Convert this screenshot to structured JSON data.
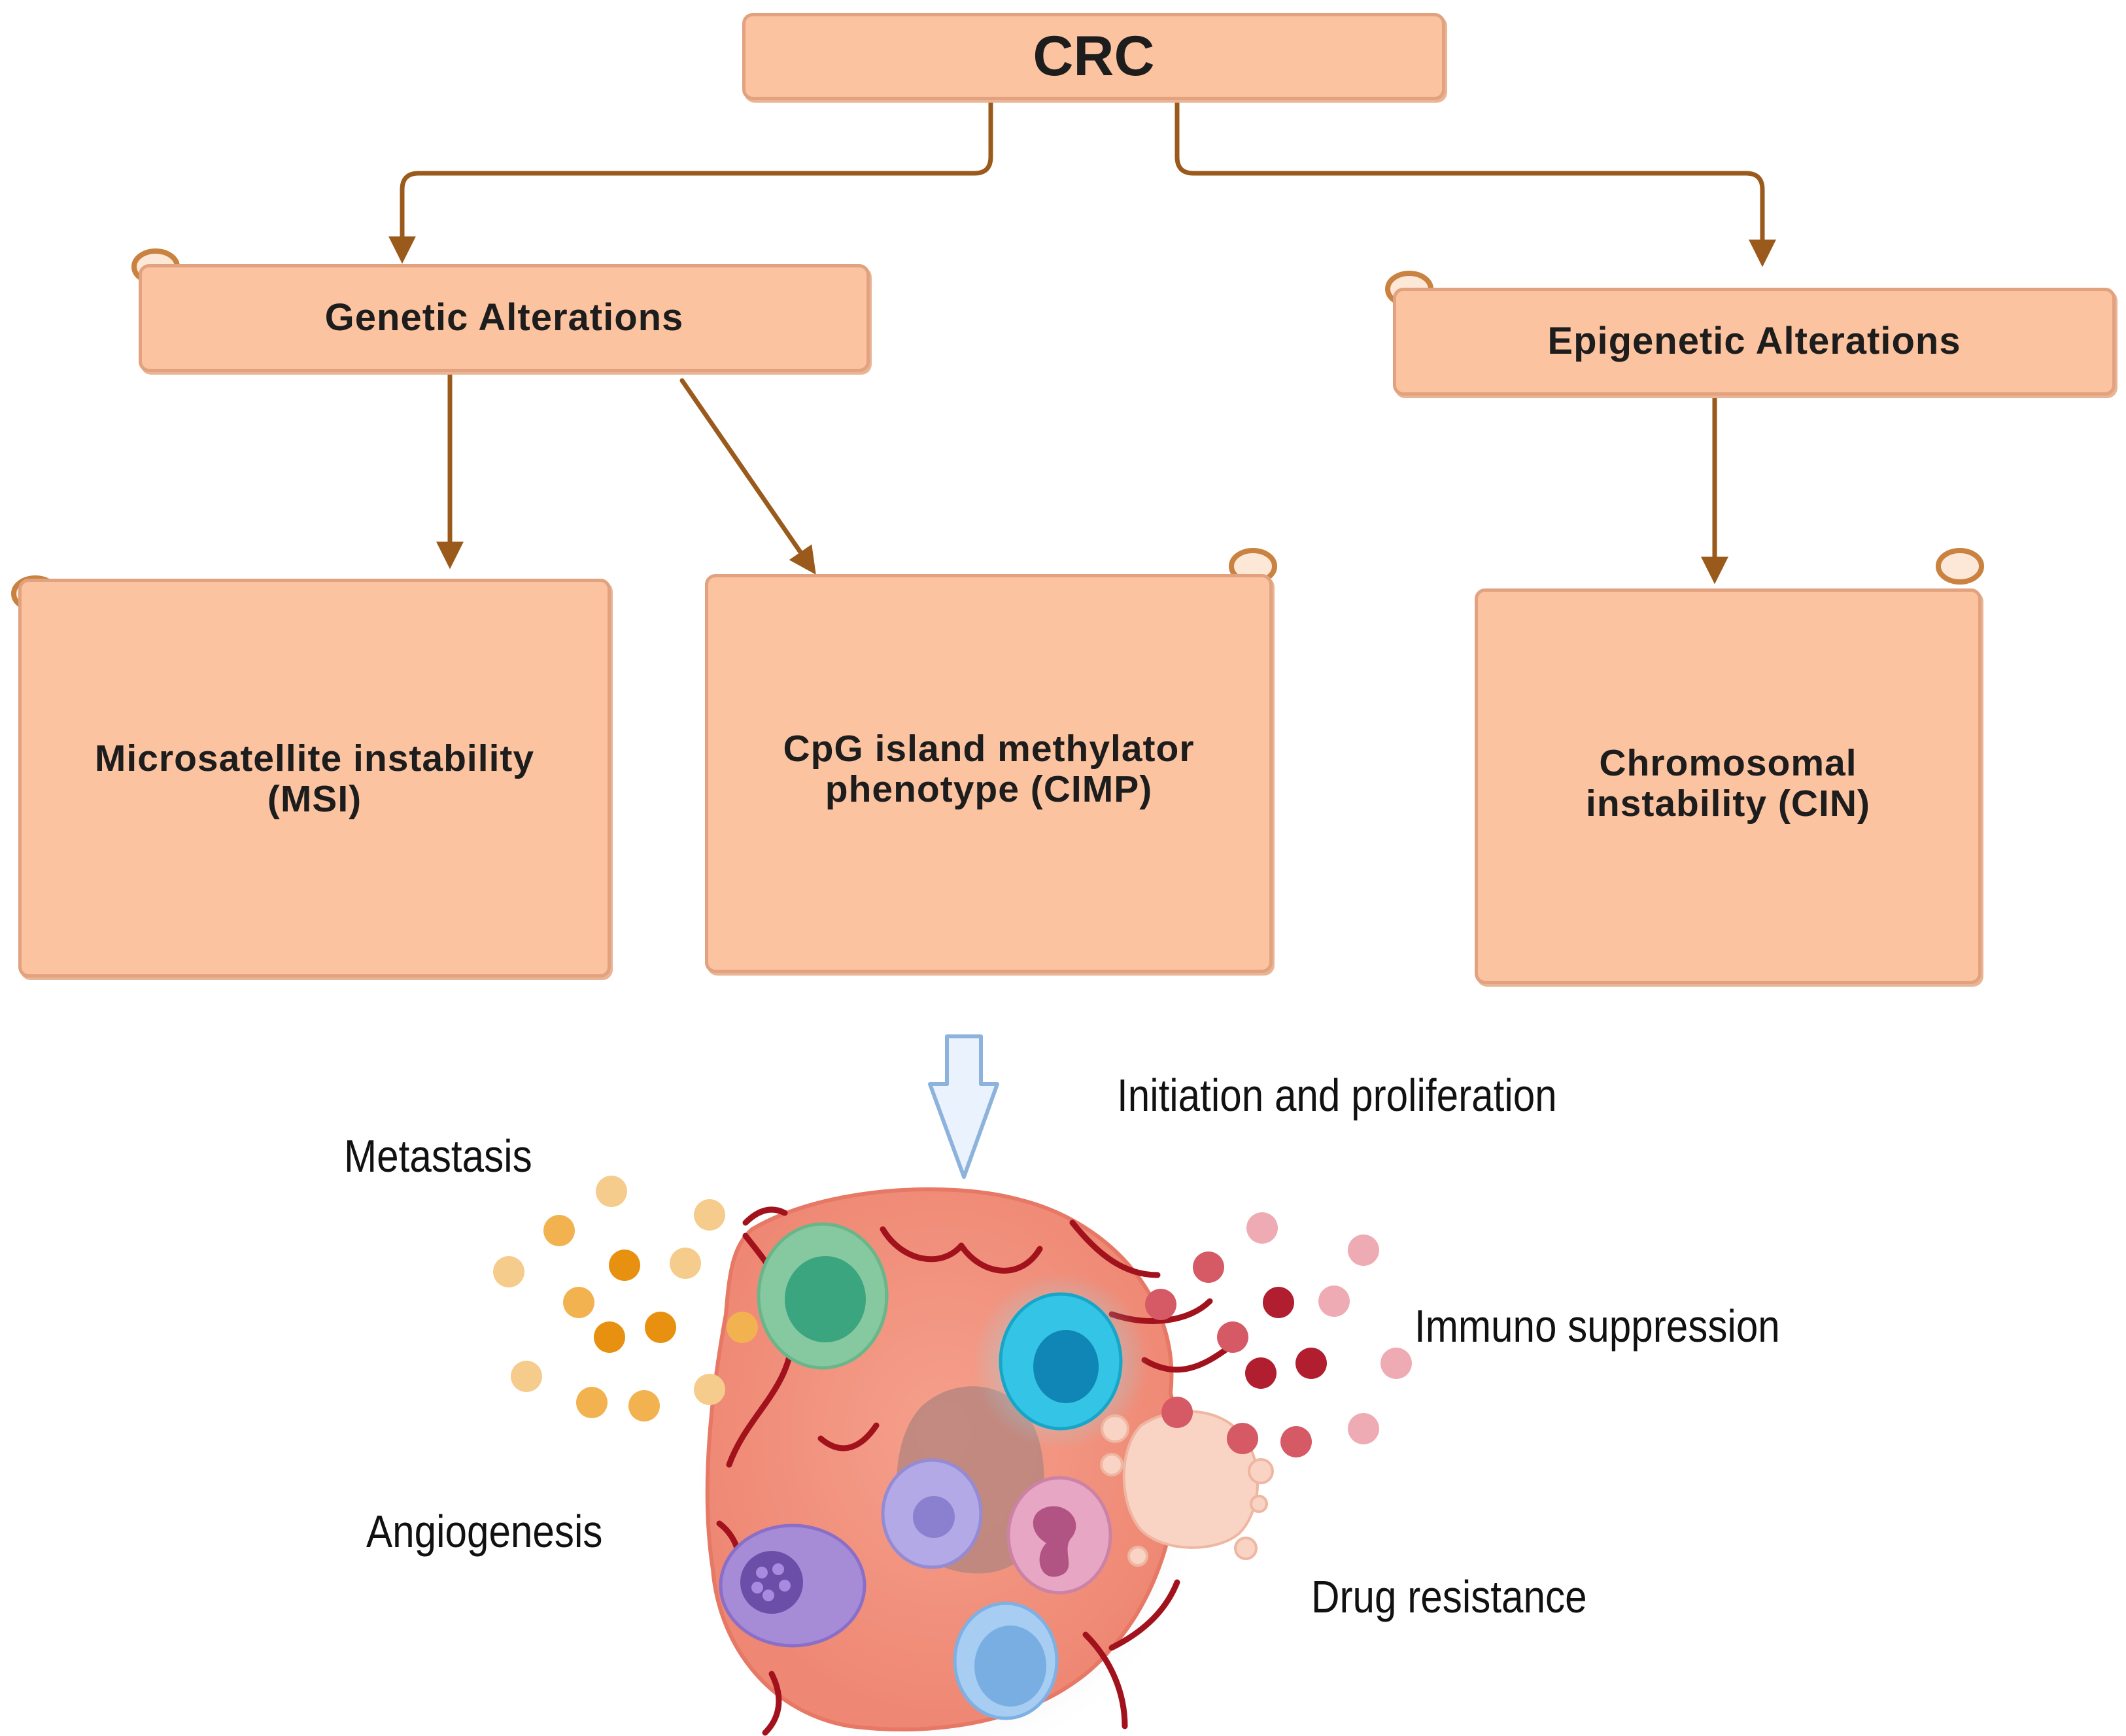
{
  "root": {
    "label": "CRC"
  },
  "branches": {
    "genetic": {
      "label": "Genetic Alterations"
    },
    "epigenetic": {
      "label": "Epigenetic Alterations"
    }
  },
  "outcomes": {
    "msi": {
      "label": "Microsatellite instability\n(MSI)"
    },
    "cimp": {
      "label": "CpG island methylator\nphenotype (CIMP)"
    },
    "cin": {
      "label": "Chromosomal\ninstability (CIN)"
    }
  },
  "hallmarks": {
    "initiation": "Initiation and proliferation",
    "metastasis": "Metastasis",
    "immuno": "Immuno suppression",
    "angiogenesis": "Angiogenesis",
    "drug_resistance": "Drug resistance"
  },
  "colors": {
    "box_fill": "#fcc3a0",
    "box_border": "#e2a27f",
    "arrow": "#9a5a1c",
    "knob": "#c9823f",
    "down_arrow_fill": "#eaf3fd",
    "down_arrow_stroke": "#8db3dc",
    "tumor": "#f2907c",
    "vessel": "#a2121c"
  },
  "icons": {
    "tumor": "tumor-illustration",
    "flow": "down-arrow-icon"
  }
}
